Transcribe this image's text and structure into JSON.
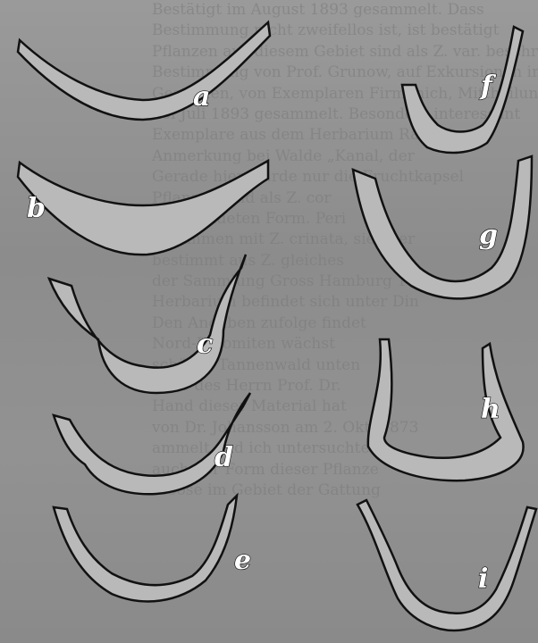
{
  "figure": {
    "panel_labels": [
      "a",
      "b",
      "c",
      "d",
      "e",
      "f",
      "g",
      "h",
      "i"
    ],
    "background_text": [
      "Bestätigt im August 1893 gesammelt. Dass",
      "Bestimmung nicht zweifellos ist, ist bestätigt",
      "Pflanzen aus diesem Gebiet sind als Z. var. beschrieben",
      "Bestimmung von Prof. Grunow, auf Exkursionen in Dolomit",
      "Gesteinen, von Exemplaren Firmenich, Mittheilung an",
      "bei Juli 1893 gesammelt. Besonders interessant",
      "Exemplare aus dem Herbarium Rabenhorst",
      "Anmerkung bei Walde „Kanal, der",
      "Gerade hier wurde nur die Fruchtkapsel",
      "Pflanzen sind als Z. cor",
      "ausgebildeten Form. Peri",
      "zusammen mit Z. crinata, sie aber",
      "bestimmt aus Z. gleiches",
      "der Sammlung Gross Hamburg 1876",
      "Herbarium befindet sich unter Din",
      "Den Angaben zufolge findet",
      "Nord-Dolomiten wächst",
      "schöner Tannenwald unten",
      "Hilfe des Herrn Prof. Dr.",
      "Hand dieser Material hat",
      "von Dr. Johansson am 2. Okt. 1873",
      "ammelt und ich untersuchte",
      "auch der Form dieser Pflanze",
      "Moose im Gebiet der Gattung"
    ]
  }
}
